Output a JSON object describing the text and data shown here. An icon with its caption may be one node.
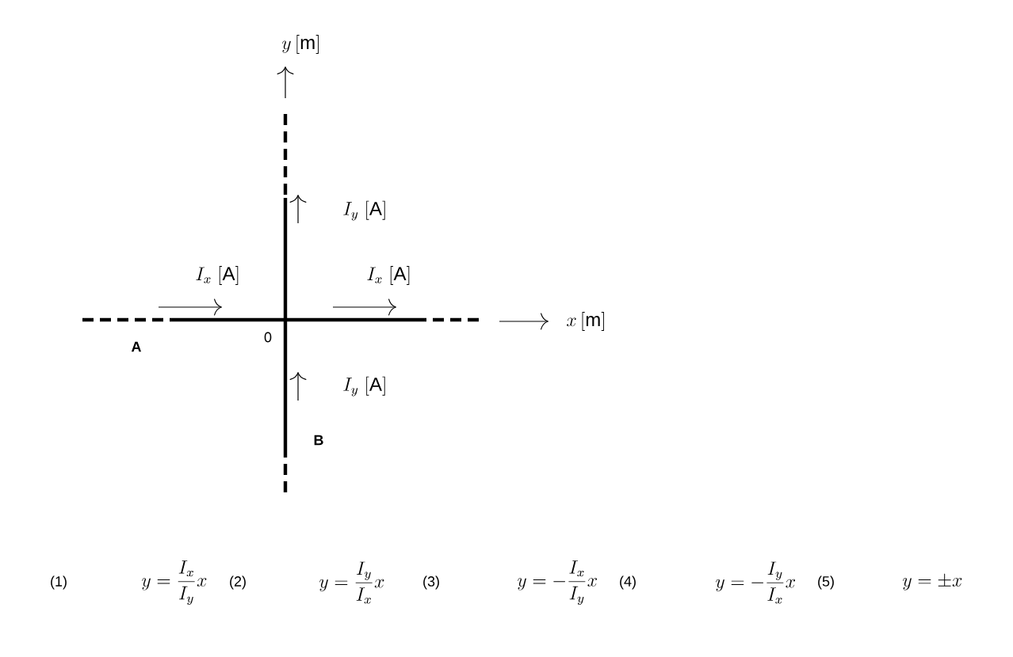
{
  "diagram": {
    "labels": [
      "y\\,\\mathrm{[m]}",
      "x\\,\\mathrm{[m]}",
      "I_x\\;\\mathrm{[A]}",
      "I_x\\;\\mathrm{[A]}",
      "I_y\\;\\mathrm{[A]}",
      "I_y\\;\\mathrm{[A]}",
      "0",
      "A",
      "B",
      "(1)",
      "y=\\frac{I_x}{I_y}x",
      "(2)",
      "y=\\frac{I_y}{I_x}x",
      "(3)",
      "y=-\\frac{I_x}{I_y}x",
      "(4)",
      "y=-\\frac{I_y}{I_x}x",
      "(5)",
      "y=\\pm x"
    ]
  }
}
